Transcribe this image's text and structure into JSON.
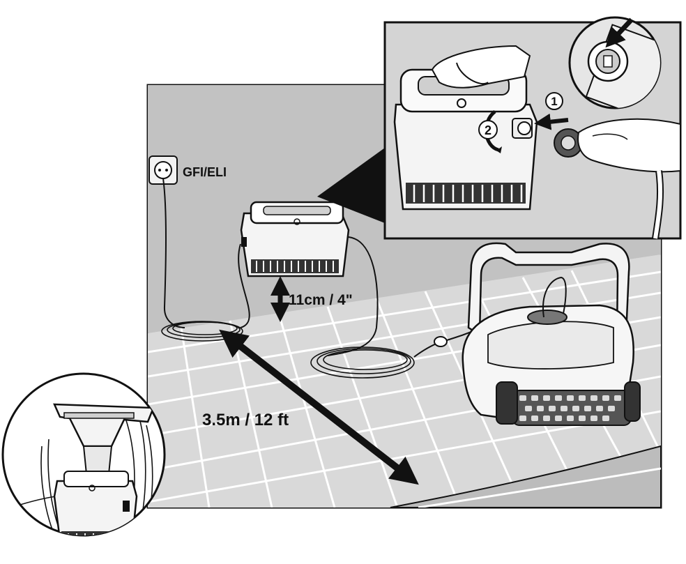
{
  "labels": {
    "outlet": "GFI/ELI",
    "height": "11cm / 4\"",
    "distance": "3.5m / 12 ft",
    "step1": "1",
    "step2": "2"
  },
  "colors": {
    "scene_background": "#cfcfcf",
    "wall": "#bdbdbd",
    "ink": "#111111",
    "tile_line": "#ffffff",
    "paper": "#ffffff"
  },
  "icons": {
    "outlet": "wall-socket-icon",
    "power_supply": "power-supply-unit",
    "robot": "pool-cleaning-robot",
    "cable": "floating-cable-coil",
    "height_arrow": "double-arrow-vertical",
    "distance_arrow": "double-arrow-diagonal",
    "connector": "swivel-connector-detail",
    "caddy": "storage-caddy-detail"
  }
}
